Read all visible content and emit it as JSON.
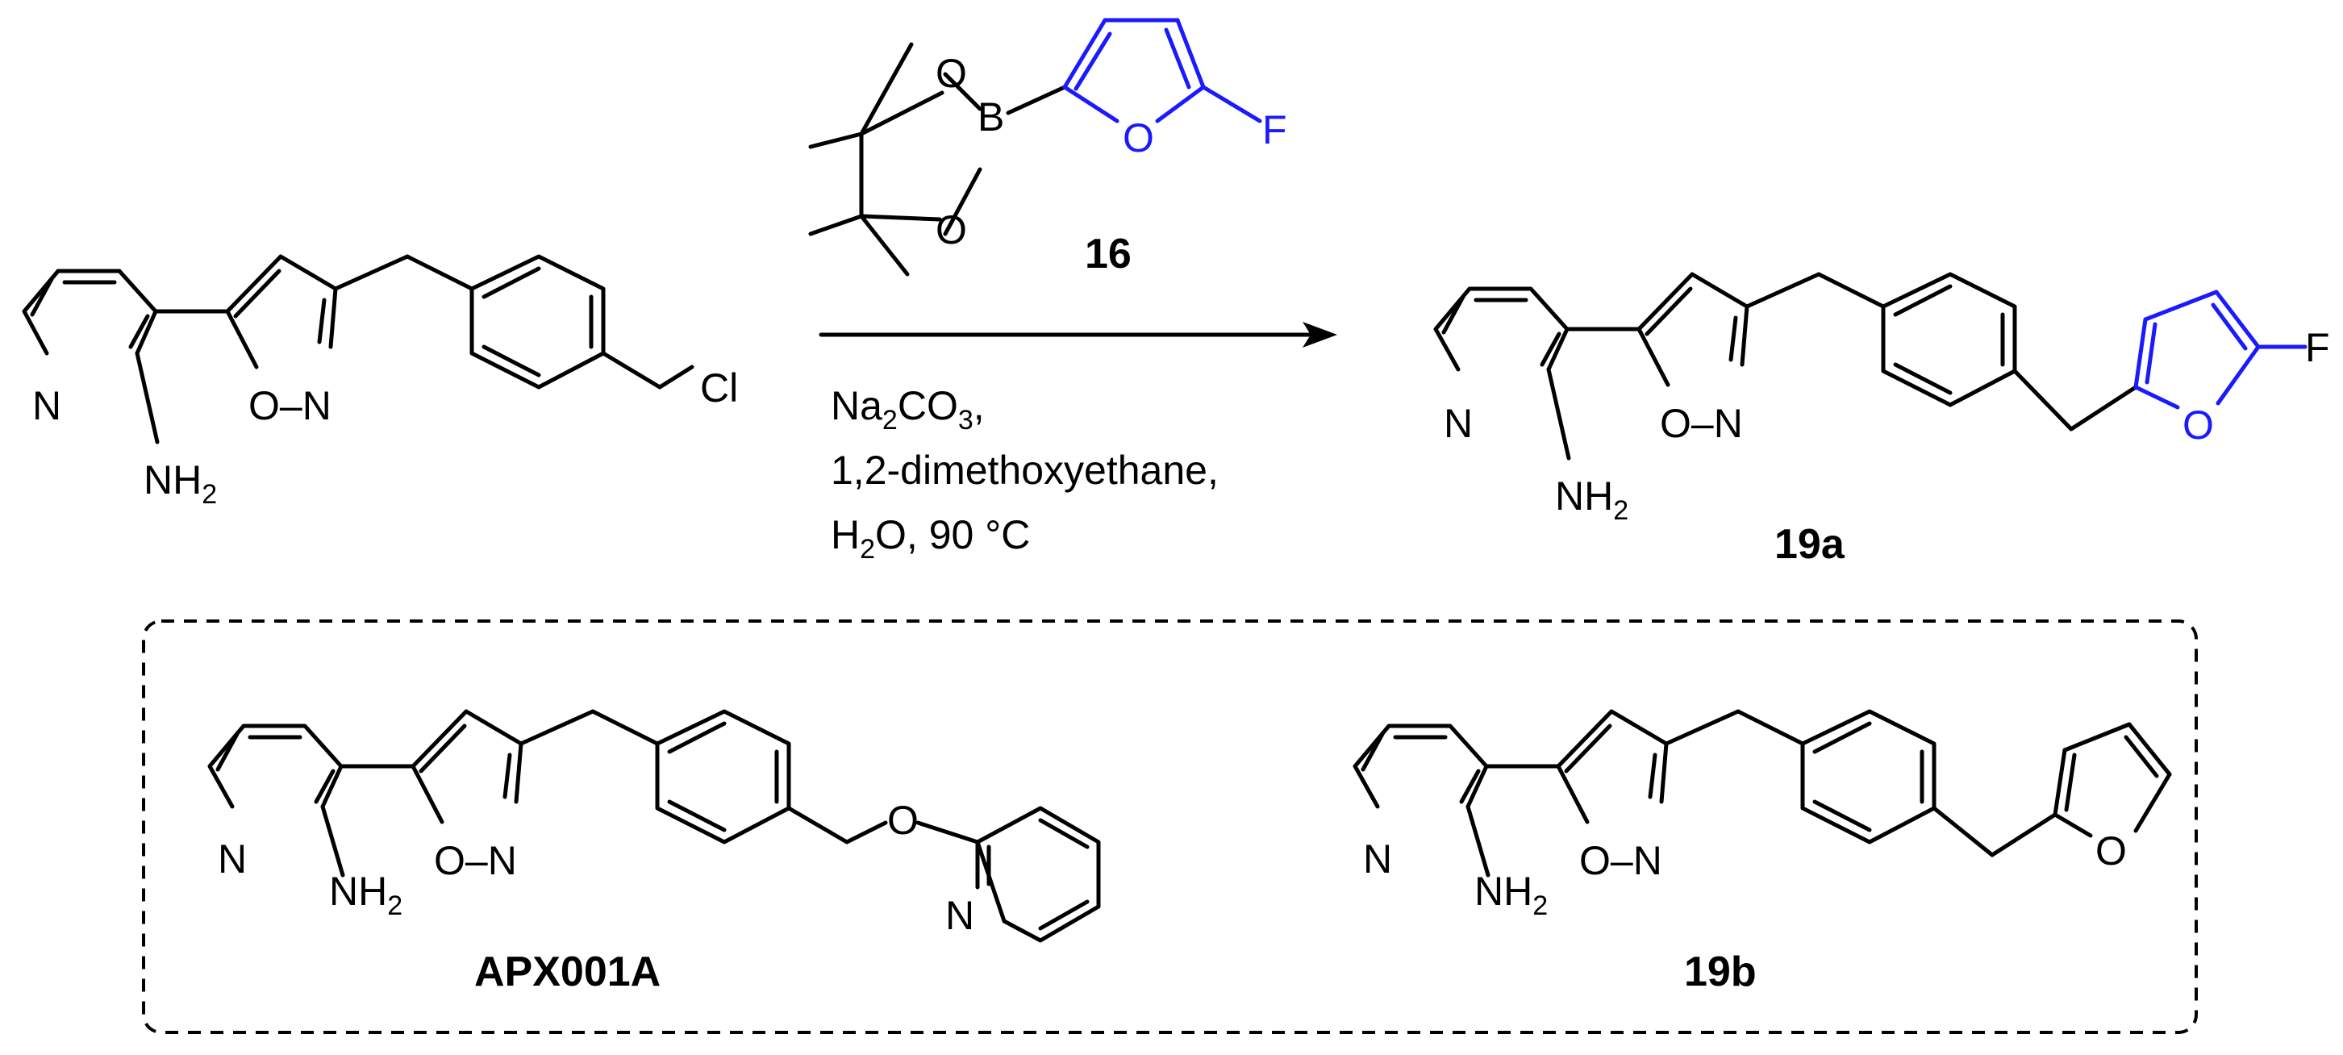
{
  "colors": {
    "ink": "#000000",
    "highlight": "#1a1aff",
    "background": "#ffffff"
  },
  "atoms": {
    "n": "N",
    "o": "O",
    "b": "B",
    "f": "F",
    "cl": "Cl",
    "nh": "NH",
    "h_sub": "2",
    "o_n": "O–N"
  },
  "reagent": {
    "label": "16"
  },
  "conditions": {
    "line1_main": "Na",
    "line1_sub1": "2",
    "line1_mid": "CO",
    "line1_sub2": "3",
    "line1_end": ",",
    "line2": "1,2-dimethoxyethane,",
    "line3_main": "H",
    "line3_sub": "2",
    "line3_end": "O, 90 °C"
  },
  "compounds": {
    "product": "19a",
    "reference": "APX001A",
    "analog": "19b"
  }
}
